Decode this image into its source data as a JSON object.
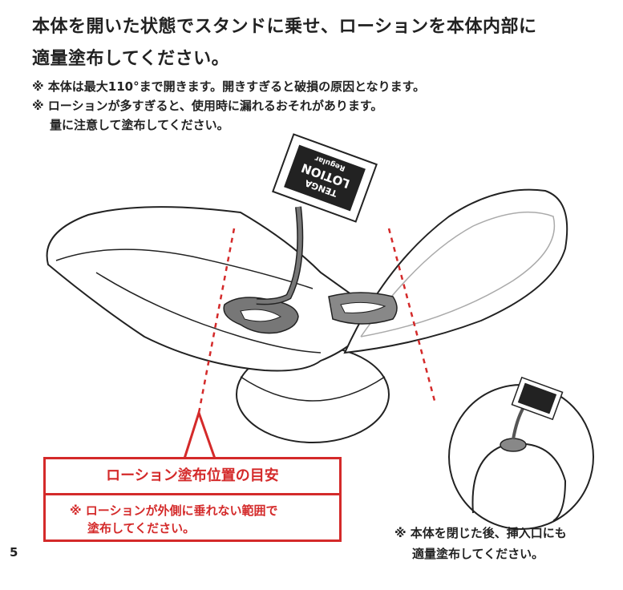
{
  "title": {
    "line1": "本体を開いた状態でスタンドに乗せ、ローションを本体内部に",
    "line2": "適量塗布してください。"
  },
  "notes": {
    "note1": "※ 本体は最大110°まで開きます。開きすぎると破損の原因となります。",
    "note2_line1": "※ ローションが多すぎると、使用時に漏れるおそれがあります。",
    "note2_line2": "量に注意して塗布してください。"
  },
  "packet": {
    "brand": "TENGA",
    "product": "LOTION",
    "variant": "Regular"
  },
  "callout": {
    "heading": "ローション塗布位置の目安",
    "body_line1": "※ ローションが外側に垂れない範囲で",
    "body_line2": "塗布してください。",
    "color": "#d42a2a"
  },
  "side_note": {
    "line1": "※ 本体を閉じた後、挿入口にも",
    "line2": "適量塗布してください。"
  },
  "page_number": "5"
}
